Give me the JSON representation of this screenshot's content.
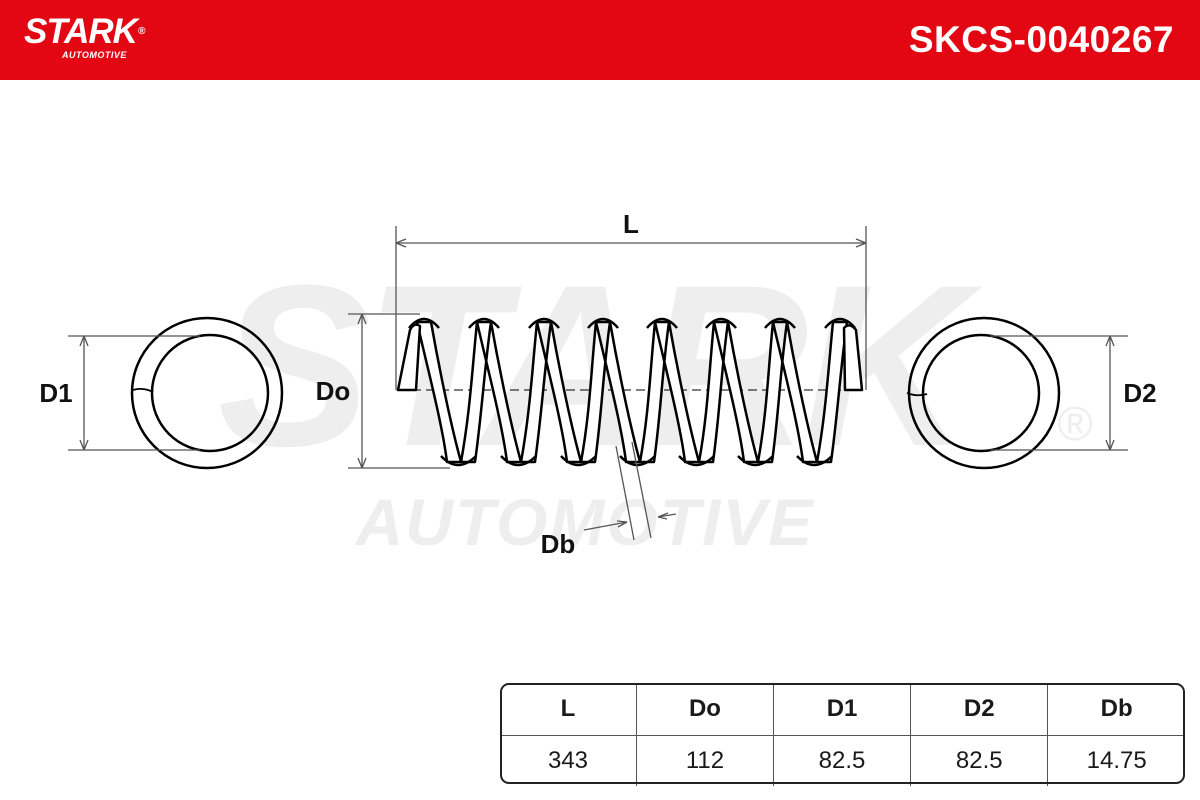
{
  "header": {
    "brand_name": "STARK",
    "brand_reg": "®",
    "brand_sub": "AUTOMOTIVE",
    "part_number": "SKCS-0040267",
    "color": "#e30613"
  },
  "watermark": {
    "line1": "STARK",
    "line2": "AUTOMOTIVE",
    "reg": "®"
  },
  "diagram": {
    "label_L": "L",
    "label_Do": "Do",
    "label_D1": "D1",
    "label_D2": "D2",
    "label_Db": "Db"
  },
  "specs": {
    "headers": [
      "L",
      "Do",
      "D1",
      "D2",
      "Db"
    ],
    "values": [
      "343",
      "112",
      "82.5",
      "82.5",
      "14.75"
    ]
  }
}
